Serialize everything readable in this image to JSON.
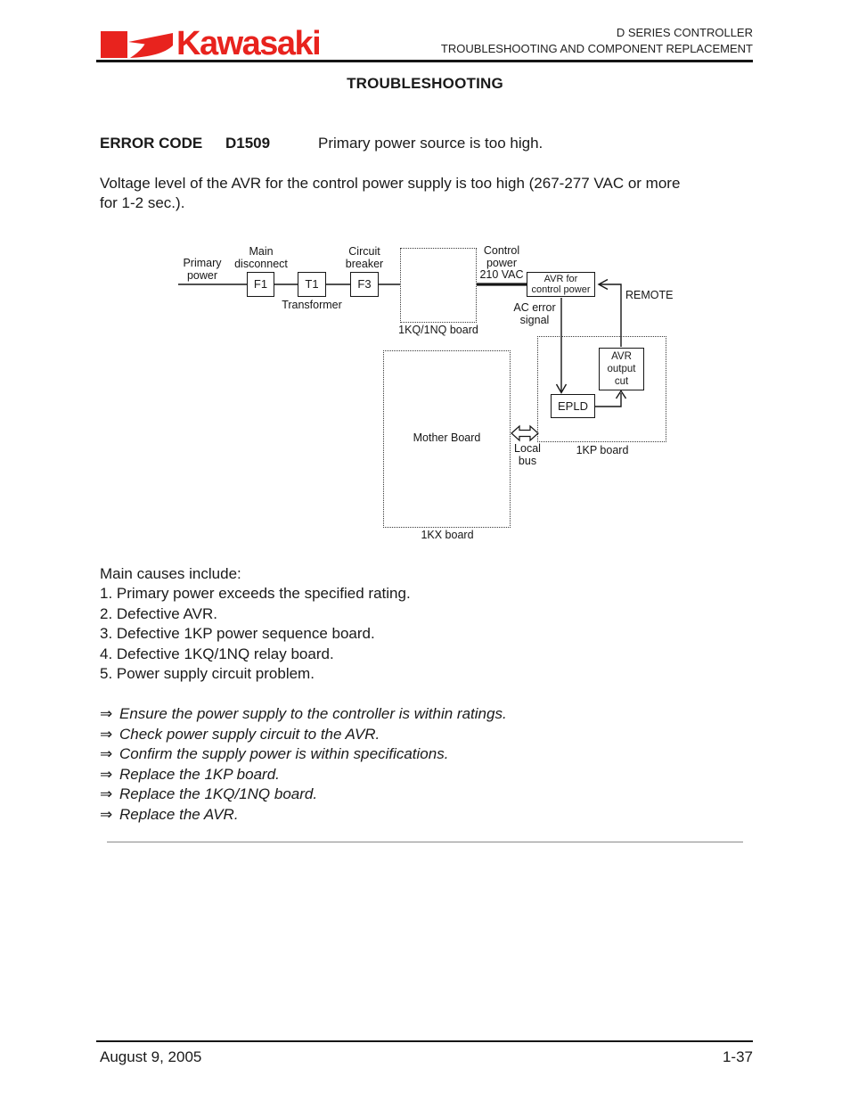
{
  "header": {
    "logo_text": "Kawasaki",
    "brand_red": "#e8231e",
    "doc_title_line1": "D SERIES CONTROLLER",
    "doc_title_line2": "TROUBLESHOOTING AND COMPONENT REPLACEMENT"
  },
  "page_title": "TROUBLESHOOTING",
  "error": {
    "label": "ERROR CODE",
    "code": "D1509",
    "summary": "Primary power source is too high.",
    "description": "Voltage level of the AVR for the control power supply is too high (267-277 VAC or more\nfor 1-2 sec.)."
  },
  "diagram": {
    "labels": {
      "primary_power": "Primary\npower",
      "main_disconnect": "Main\ndisconnect",
      "transformer": "Transformer",
      "circuit_breaker": "Circuit\nbreaker",
      "kq_board": "1KQ/1NQ board",
      "control_power": "Control\npower\n210 VAC",
      "remote": "REMOTE",
      "ac_error_signal": "AC error\nsignal",
      "kp_board": "1KP board",
      "mother_board": "Mother Board",
      "local_bus": "Local\nbus",
      "kx_board": "1KX board"
    },
    "boxes": {
      "f1": "F1",
      "t1": "T1",
      "f3": "F3",
      "avr": "AVR for\ncontrol power",
      "avr_output_cut": "AVR\noutput\ncut",
      "epld": "EPLD"
    }
  },
  "causes": {
    "intro": "Main causes include:",
    "items": [
      "1. Primary power exceeds the specified rating.",
      "2. Defective AVR.",
      "3. Defective 1KP power sequence board.",
      "4. Defective 1KQ/1NQ relay board.",
      "5. Power supply circuit problem."
    ]
  },
  "actions": {
    "arrow": "⇒",
    "items": [
      "Ensure the power supply to the controller is within ratings.",
      "Check power supply circuit to the AVR.",
      "Confirm the supply power is within specifications.",
      "Replace the 1KP board.",
      "Replace the 1KQ/1NQ board.",
      "Replace the AVR."
    ]
  },
  "footer": {
    "date": "August 9, 2005",
    "page_number": "1-37"
  }
}
